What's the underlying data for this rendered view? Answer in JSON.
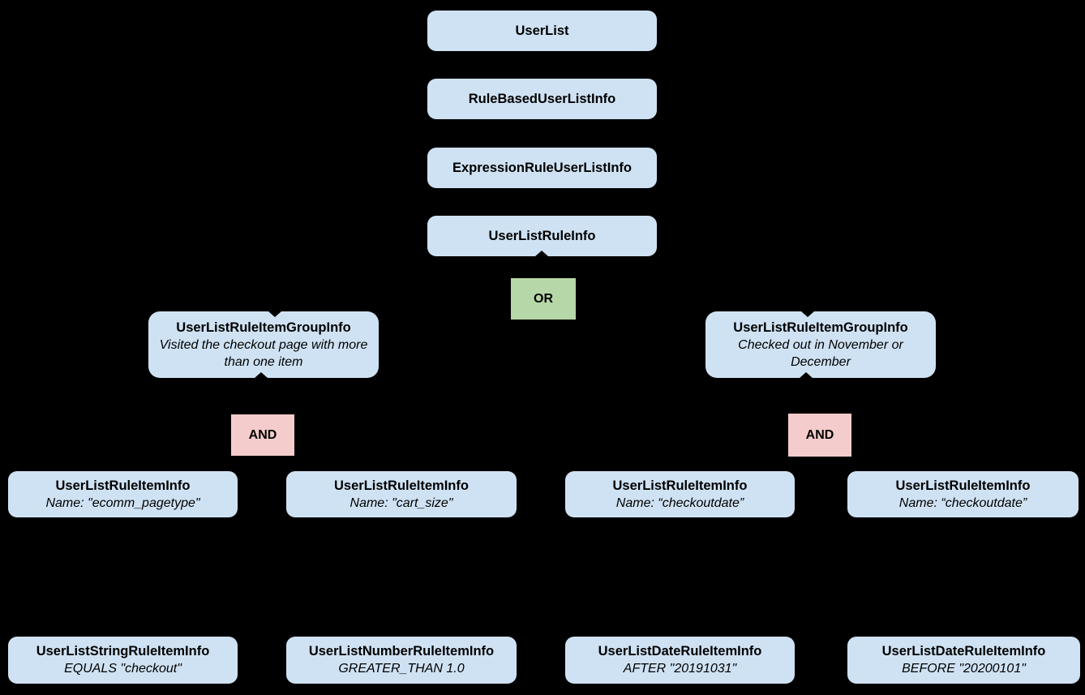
{
  "canvas": {
    "background": "#000000"
  },
  "colors": {
    "node_fill": "#cfe2f3",
    "or_fill": "#b6d7a8",
    "and_fill": "#f4cccc",
    "text": "#000000"
  },
  "diagram": {
    "chain": [
      {
        "title": "UserList"
      },
      {
        "title": "RuleBasedUserListInfo"
      },
      {
        "title": "ExpressionRuleUserListInfo"
      },
      {
        "title": "UserListRuleInfo"
      }
    ],
    "or_operator": {
      "label": "OR"
    },
    "groups": [
      {
        "title": "UserListRuleItemGroupInfo",
        "description": "Visited the checkout page with more than one item"
      },
      {
        "title": "UserListRuleItemGroupInfo",
        "description": "Checked out in November or December"
      }
    ],
    "and_operators": [
      {
        "label": "AND"
      },
      {
        "label": "AND"
      }
    ],
    "rule_items": [
      {
        "title": "UserListRuleItemInfo",
        "subtitle": "Name: \"ecomm_pagetype\""
      },
      {
        "title": "UserListRuleItemInfo",
        "subtitle": "Name: \"cart_size\""
      },
      {
        "title": "UserListRuleItemInfo",
        "subtitle": "Name: “checkoutdate”"
      },
      {
        "title": "UserListRuleItemInfo",
        "subtitle": "Name: “checkoutdate”"
      }
    ],
    "operands": [
      {
        "title": "UserListStringRuleItemInfo",
        "subtitle": "EQUALS \"checkout\""
      },
      {
        "title": "UserListNumberRuleItemInfo",
        "subtitle": "GREATER_THAN 1.0"
      },
      {
        "title": "UserListDateRuleItemInfo",
        "subtitle": "AFTER \"20191031\""
      },
      {
        "title": "UserListDateRuleItemInfo",
        "subtitle": "BEFORE \"20200101\""
      }
    ]
  }
}
